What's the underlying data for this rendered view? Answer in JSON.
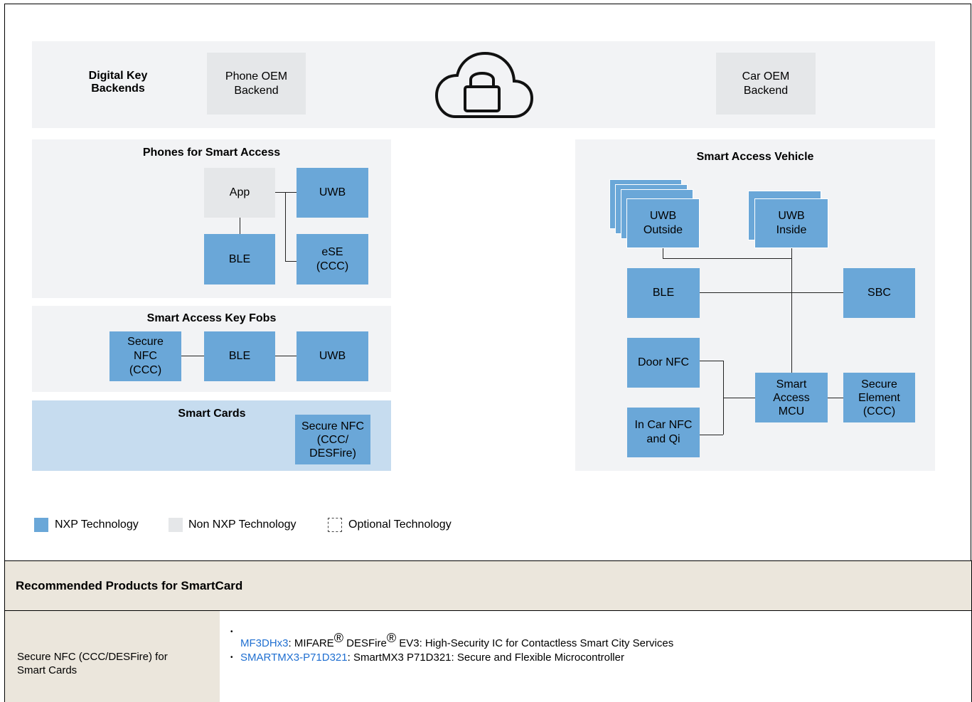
{
  "backends": {
    "label": "Digital Key\nBackends",
    "phone_oem": "Phone OEM\nBackend",
    "car_oem": "Car OEM\nBackend"
  },
  "phones": {
    "title": "Phones for Smart Access",
    "app": "App",
    "uwb": "UWB",
    "ble": "BLE",
    "ese": "eSE\n(CCC)"
  },
  "fobs": {
    "title": "Smart Access Key Fobs",
    "secure_nfc": "Secure\nNFC\n(CCC)",
    "ble": "BLE",
    "uwb": "UWB"
  },
  "cards": {
    "title": "Smart Cards",
    "secure_nfc": "Secure NFC\n(CCC/\nDESFire)"
  },
  "vehicle": {
    "title": "Smart Access Vehicle",
    "uwb_outside": "UWB\nOutside",
    "uwb_inside": "UWB\nInside",
    "ble": "BLE",
    "sbc": "SBC",
    "door_nfc": "Door NFC",
    "in_car_nfc": "In Car NFC\nand Qi",
    "mcu": "Smart\nAccess\nMCU",
    "secure_element": "Secure\nElement\n(CCC)"
  },
  "legend": {
    "nxp": "NXP Technology",
    "non_nxp": "Non NXP Technology",
    "optional": "Optional Technology"
  },
  "colors": {
    "nxp": "#6aa7d8",
    "non_nxp": "#e5e7e9",
    "panel": "#f2f3f5",
    "smart_cards_panel": "#c6dcef",
    "table_header": "#ebe6dc",
    "link": "#1f6fd1"
  },
  "icons": {
    "cloud": "cloud-lock-icon"
  },
  "table": {
    "header": "Recommended Products for SmartCard",
    "row_label": "Secure NFC (CCC/DESFire) for\nSmart Cards",
    "products": [
      {
        "link": "MF3DHx3",
        "text_a": ": MIFARE",
        "text_b": " DESFire",
        "text_c": " EV3: High-Security IC for Contactless Smart City Services",
        "reg": "®"
      },
      {
        "link": "SMARTMX3-P71D321",
        "text": ": SmartMX3 P71D321: Secure and Flexible Microcontroller"
      }
    ]
  }
}
